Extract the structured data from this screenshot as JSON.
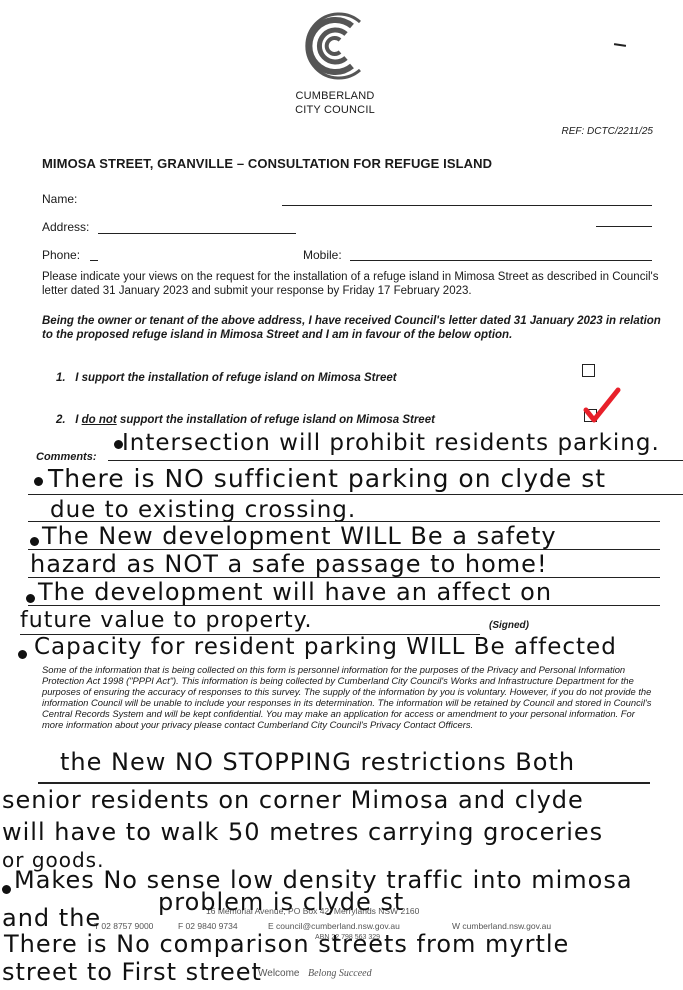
{
  "header": {
    "org_line1": "CUMBERLAND",
    "org_line2": "CITY COUNCIL",
    "ref": "REF: DCTC/2211/25"
  },
  "form": {
    "title": "MIMOSA STREET, GRANVILLE – CONSULTATION FOR REFUGE ISLAND",
    "name_label": "Name:",
    "address_label": "Address:",
    "phone_label": "Phone:",
    "mobile_label": "Mobile:",
    "intro": "Please indicate your views on the request for the installation of a refuge island in Mimosa Street as described in Council's letter dated 31 January 2023 and submit your response by Friday 17 February 2023.",
    "declaration": "Being the owner or tenant of the above address, I have received Council's letter dated 31 January 2023 in relation to the proposed refuge island in Mimosa Street and I am in favour of the below option.",
    "option1": "I support the installation of refuge island on Mimosa Street",
    "option2_prefix": "I",
    "option2_not": "do not",
    "option2_suffix": "support the installation of refuge island on Mimosa Street",
    "option1_num": "1.",
    "option2_num": "2.",
    "option2_checked": true,
    "comments_label": "Comments:",
    "signed_label": "(Signed)",
    "privacy": "Some of the information that is being collected on this form is personnel information for the purposes of the Privacy and Personal Information Protection Act 1998 (\"PPPI Act\"). This information is being collected by Cumberland City Council's Works and Infrastructure Department for the purposes of ensuring the accuracy of responses to this survey. The supply of the information by you is voluntary. However, if you do not provide the information Council will be unable to include your responses in its determination. The information will be retained by Council and stored in Council's Central Records System and will be kept confidential. You may make an application for access or amendment to your personal information. For more information about your privacy please contact Cumberland City Council's Privacy Contact Officers."
  },
  "handwriting": [
    "Intersection will prohibit residents parking.",
    "There is NO sufficient parking on clyde st",
    "due to existing crossing.",
    "The New development WILL Be a safety",
    "hazard as NOT a safe passage to home!",
    "The development will have an affect on",
    "future value to property.",
    "Capacity for resident parking WILL Be affected",
    "the New NO STOPPING restrictions Both",
    "senior residents on corner Mimosa and clyde",
    "will have to walk 50 metres carrying groceries",
    "or goods.",
    "Makes No sense low density traffic into mimosa",
    "problem is clyde st",
    "and the",
    "There is No comparison streets from myrtle",
    "street to First street"
  ],
  "footer": {
    "address": "16 Memorial Avenue, PO Box 42, Merrylands NSW 2160",
    "phone": "T 02 8757 9000",
    "fax": "F 02 9840 9734",
    "email": "E council@cumberland.nsw.gov.au",
    "web": "W cumberland.nsw.gov.au",
    "abn": "ABN 22 798 563 329",
    "tagline": "Welcome",
    "tagline2": "Belong Succeed"
  },
  "colors": {
    "tick": "#e8202a",
    "ink": "#111111",
    "logo": "#555555"
  }
}
